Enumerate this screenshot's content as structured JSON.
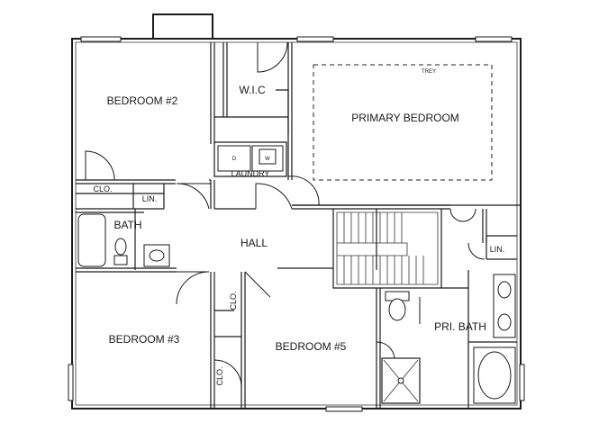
{
  "rooms": {
    "bedroom2": "BEDROOM #2",
    "wic": "W.I.C",
    "primary_bedroom": "PRIMARY BEDROOM",
    "trey": "TREY",
    "laundry": "LAUNDRY",
    "dryer": "D",
    "washer": "W",
    "clo_left": "CLO.",
    "lin_left": "LIN.",
    "bath": "BATH",
    "hall": "HALL",
    "lin_right": "LIN.",
    "bedroom3": "BEDROOM #3",
    "clo_mid_upper": "CLO.",
    "clo_mid_lower": "CLO.",
    "bedroom5": "BEDROOM #5",
    "pri_bath": "PRI. BATH"
  }
}
